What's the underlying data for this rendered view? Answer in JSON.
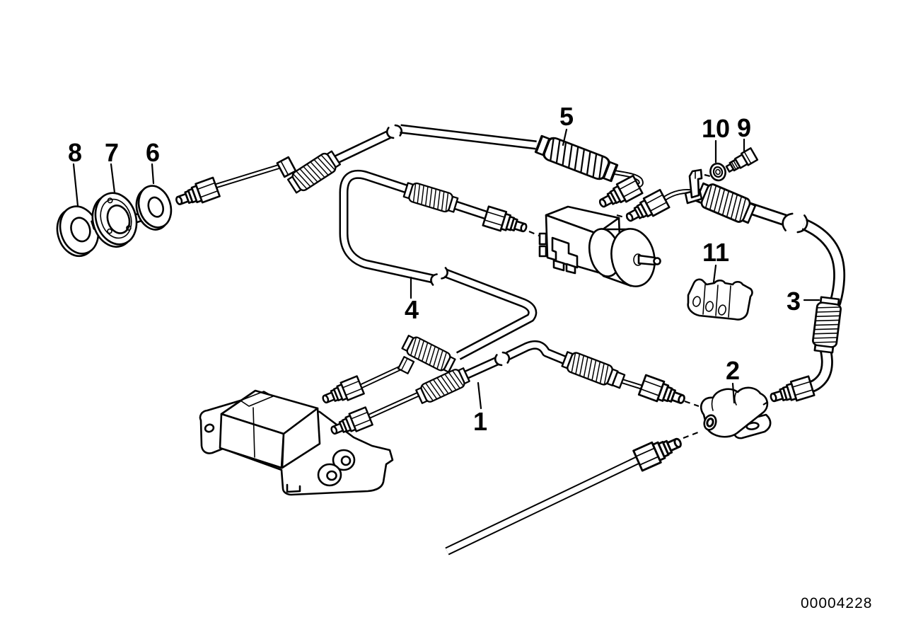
{
  "diagram": {
    "doc_number": "00004228",
    "background_color": "#ffffff",
    "line_color": "#000000",
    "callouts": [
      {
        "label": "1"
      },
      {
        "label": "2"
      },
      {
        "label": "3"
      },
      {
        "label": "4"
      },
      {
        "label": "5"
      },
      {
        "label": "6"
      },
      {
        "label": "7"
      },
      {
        "label": "8"
      },
      {
        "label": "9"
      },
      {
        "label": "10"
      },
      {
        "label": "11"
      }
    ]
  }
}
